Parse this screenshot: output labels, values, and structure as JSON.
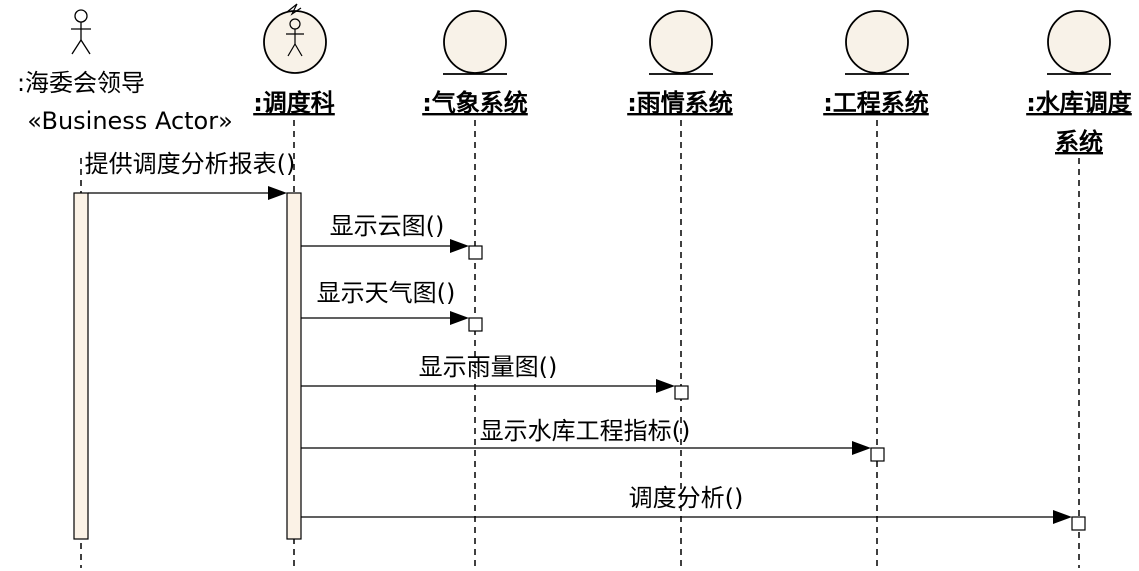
{
  "actor": {
    "name": ":海委会领导",
    "stereotype": "«Business Actor»"
  },
  "participants": [
    {
      "id": "dispatch",
      "label": ":调度科",
      "kind": "worker"
    },
    {
      "id": "weather",
      "label": ":气象系统",
      "kind": "entity"
    },
    {
      "id": "rain",
      "label": ":雨情系统",
      "kind": "entity"
    },
    {
      "id": "engineering",
      "label": ":工程系统",
      "kind": "entity"
    },
    {
      "id": "reservoir",
      "label_line1": ":水库调度",
      "label_line2": "系统",
      "kind": "entity"
    }
  ],
  "messages": [
    {
      "from": "actor",
      "to": "dispatch",
      "label": "提供调度分析报表()"
    },
    {
      "from": "dispatch",
      "to": "weather",
      "label": "显示云图()"
    },
    {
      "from": "dispatch",
      "to": "weather",
      "label": "显示天气图()"
    },
    {
      "from": "dispatch",
      "to": "rain",
      "label": "显示雨量图()"
    },
    {
      "from": "dispatch",
      "to": "engineering",
      "label": "显示水库工程指标()"
    },
    {
      "from": "dispatch",
      "to": "reservoir",
      "label": "调度分析()"
    }
  ]
}
